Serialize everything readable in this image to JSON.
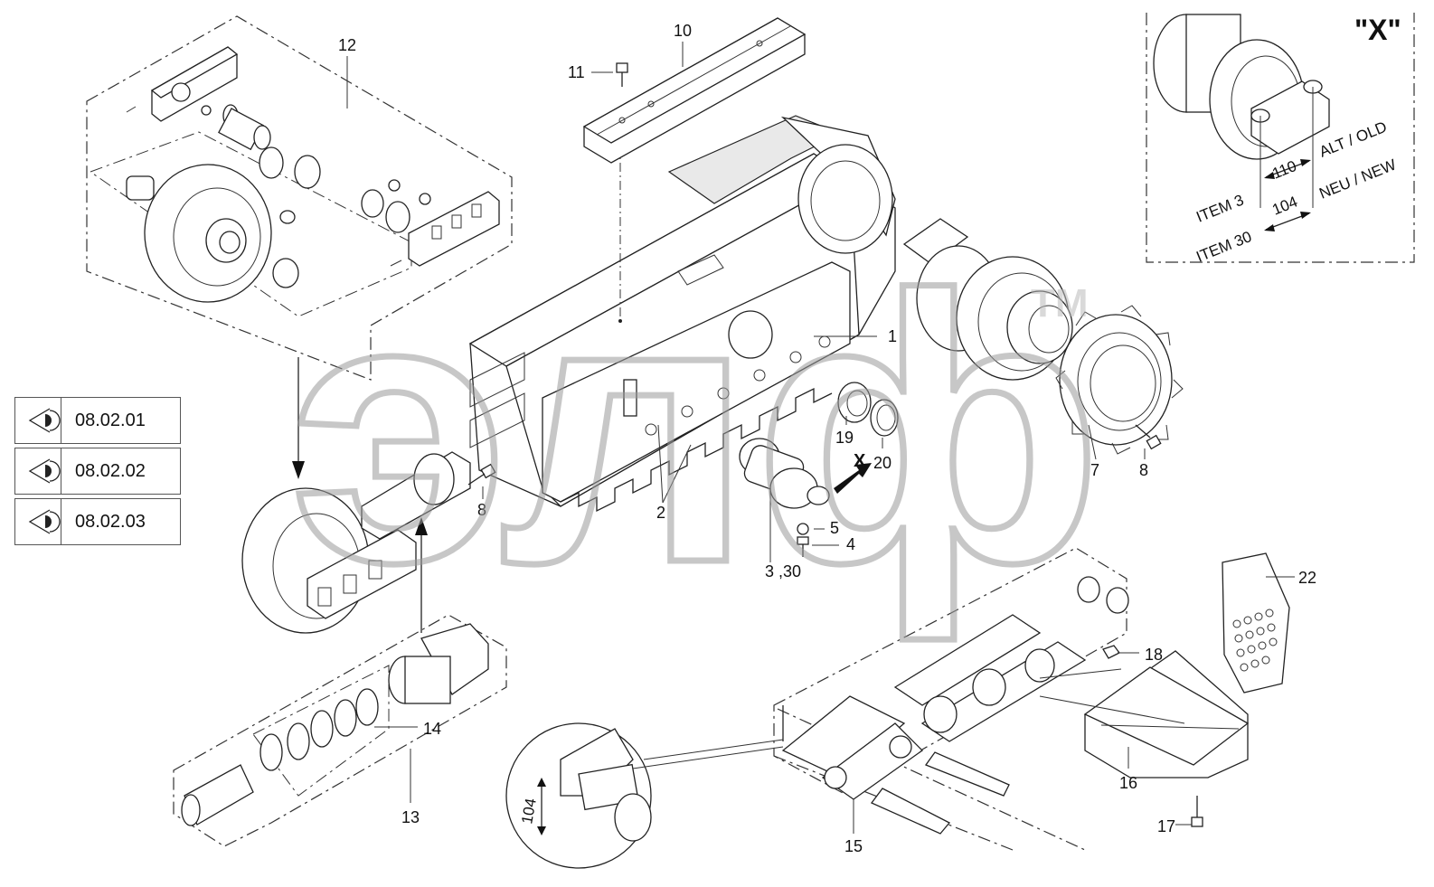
{
  "nav_buttons": [
    {
      "label": "08.02.01",
      "icon": "eye-icon"
    },
    {
      "label": "08.02.02",
      "icon": "eye-icon"
    },
    {
      "label": "08.02.03",
      "icon": "eye-icon"
    }
  ],
  "callouts": {
    "c1": "1",
    "c2": "2",
    "c3": "3 ,30",
    "c4": "4",
    "c5": "5",
    "c7": "7",
    "c8a": "8",
    "c8b": "8",
    "c10": "10",
    "c11": "11",
    "c12": "12",
    "c13": "13",
    "c14": "14",
    "c15": "15",
    "c16": "16",
    "c17": "17",
    "c18": "18",
    "c19": "19",
    "c20": "20",
    "c22": "22"
  },
  "detail_x": {
    "title": "\"X\"",
    "item3": "ITEM 3",
    "item30": "ITEM 30",
    "dim110": "110",
    "dim104": "104",
    "old": "ALT / OLD",
    "new": "NEU / NEW"
  },
  "view_marker": "X",
  "chain_dim": "104",
  "watermark": {
    "text": "элф",
    "tm": "TM"
  }
}
